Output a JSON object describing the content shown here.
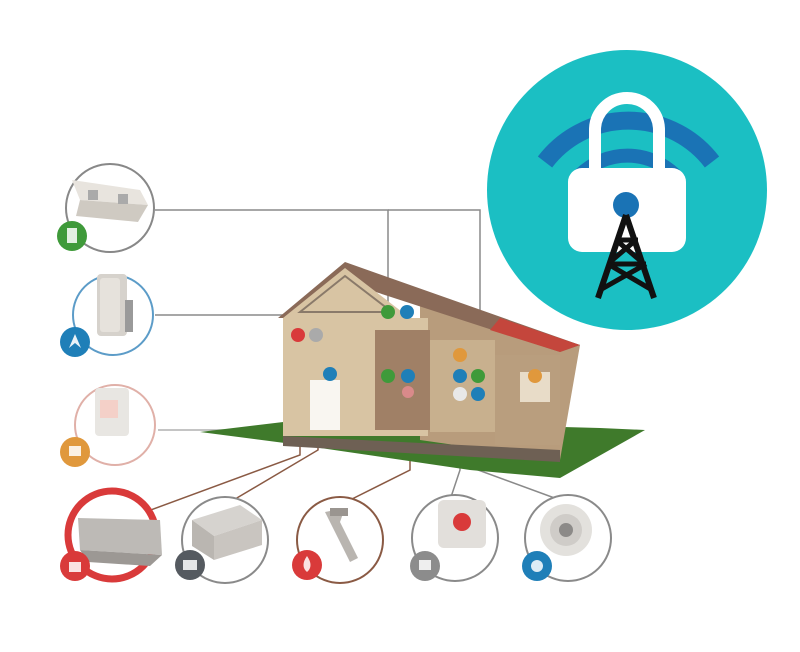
{
  "scene": "smart-home-sensor-network",
  "colors": {
    "hub_teal": "#1bbfc3",
    "signal_blue": "#1a73b5",
    "tower_black": "#111111",
    "grass_green": "#3f7a2b",
    "wall_beige": "#d8c4a3",
    "roof_red": "#c4463c",
    "wire_gray": "#8a8a8a",
    "wire_brown": "#8a5a44"
  },
  "hub": {
    "icon": "lock-with-radio-tower",
    "caption": ""
  },
  "house": {
    "icon": "house-cutaway"
  },
  "devices_left": [
    {
      "name": "door-window-contact-sensor",
      "badge_color": "#3f9a3a",
      "badge_icon": "door-icon"
    },
    {
      "name": "motion-sensor",
      "badge_color": "#1f7fb8",
      "badge_icon": "motion-icon"
    },
    {
      "name": "control-panel",
      "badge_color": "#e0983c",
      "badge_icon": "panel-icon",
      "tag": ""
    },
    {
      "name": "tamper-protected-device",
      "badge_color": "#d93a3a",
      "badge_icon": "lock-icon"
    }
  ],
  "devices_bottom": [
    {
      "name": "camera-housing",
      "badge_color": "#555a60",
      "badge_icon": "camera-icon"
    },
    {
      "name": "water-leak-sensor",
      "badge_color": "#d93a3a",
      "badge_icon": "drop-icon"
    },
    {
      "name": "panic-button",
      "badge_color": "#8c8c8c",
      "badge_icon": "button-icon"
    },
    {
      "name": "smoke-detector",
      "badge_color": "#1f7fb8",
      "badge_icon": "detector-icon"
    }
  ]
}
